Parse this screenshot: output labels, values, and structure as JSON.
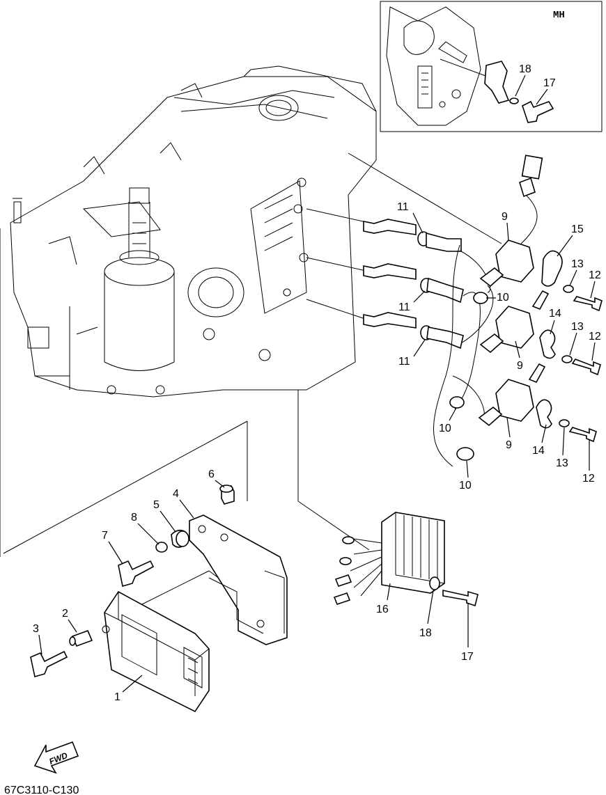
{
  "inset": {
    "label": "MH"
  },
  "document_ref": "67C3110-C130",
  "fwd_label": "FWD",
  "callouts": {
    "p1": "1",
    "p2": "2",
    "p3": "3",
    "p4": "4",
    "p5": "5",
    "p6": "6",
    "p7": "7",
    "p8": "8",
    "p9a": "9",
    "p9b": "9",
    "p9c": "9",
    "p10a": "10",
    "p10b": "10",
    "p10c": "10",
    "p11a": "11",
    "p11b": "11",
    "p11c": "11",
    "p12a": "12",
    "p12b": "12",
    "p12c": "12",
    "p13a": "13",
    "p13b": "13",
    "p13c": "13",
    "p14a": "14",
    "p14b": "14",
    "p15": "15",
    "p16": "16",
    "p17": "17",
    "p17i": "17",
    "p18": "18",
    "p18i": "18"
  }
}
